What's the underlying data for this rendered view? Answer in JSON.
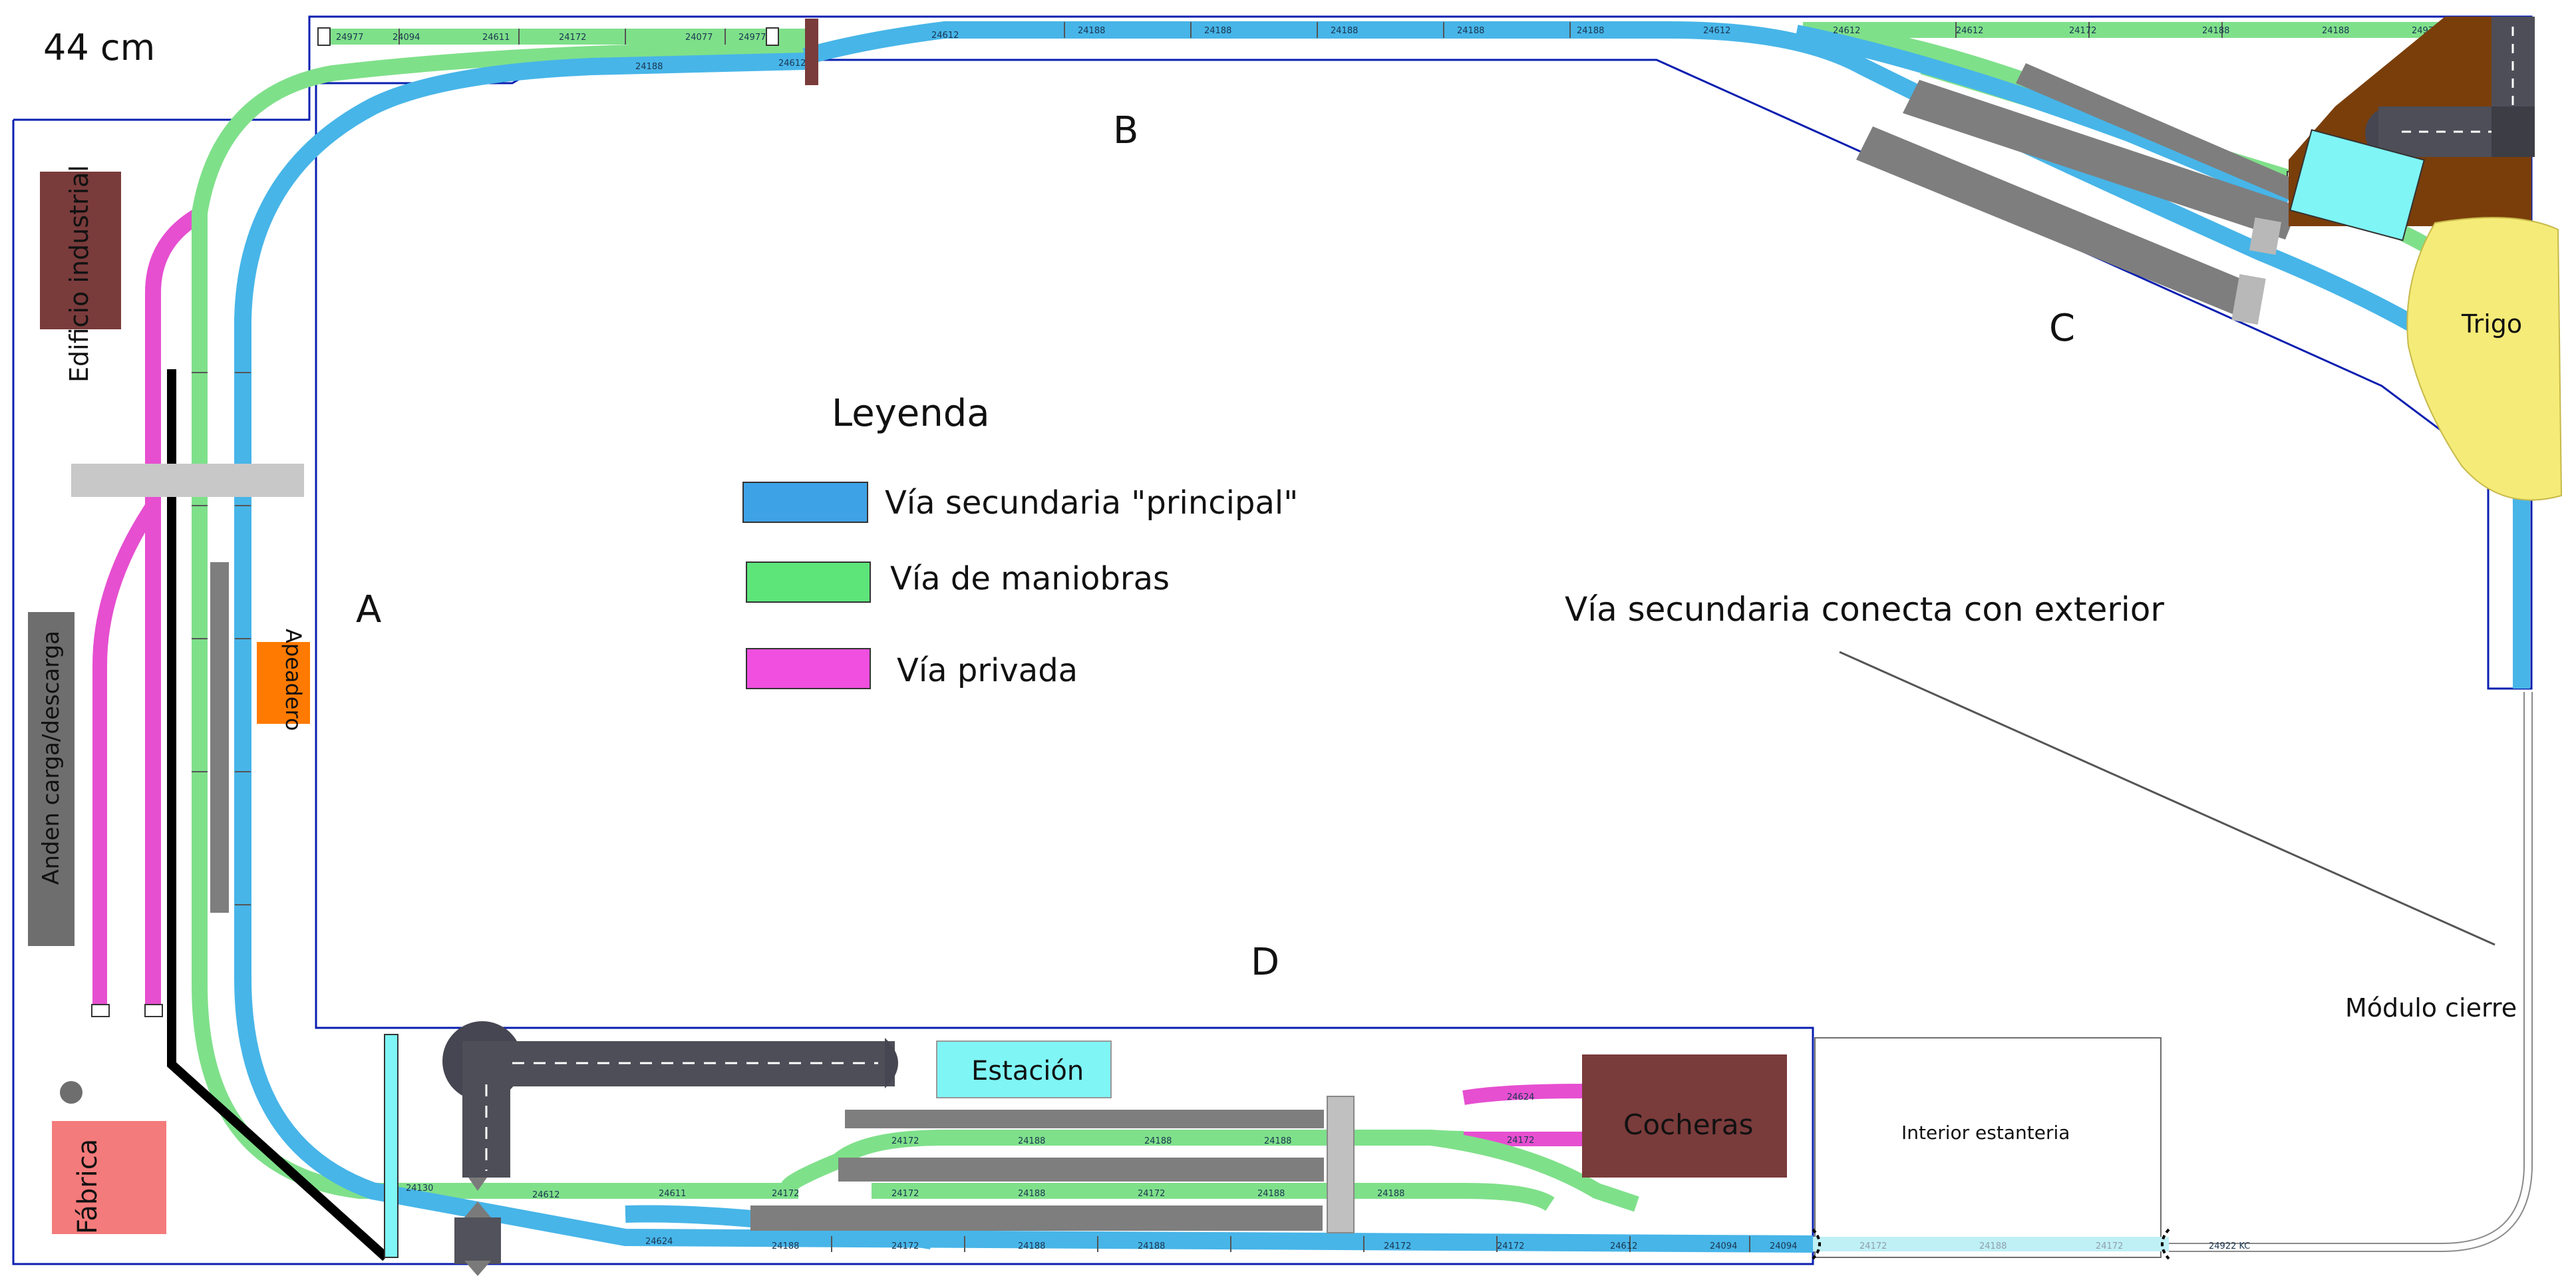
{
  "scale_label": "44 cm",
  "section_labels": {
    "a": "A",
    "b": "B",
    "c": "C",
    "d": "D"
  },
  "legend": {
    "title": "Leyenda",
    "items": [
      {
        "label": "Vía secundaria \"principal\"",
        "color": "#3ea2e6"
      },
      {
        "label": "Vía de maniobras",
        "color": "#5de57a"
      },
      {
        "label": "Vía privada",
        "color": "#f04fe0"
      }
    ]
  },
  "buildings": {
    "industrial": {
      "label": "Edificio industrial",
      "color": "#7a3b3b"
    },
    "anden": {
      "label": "Anden carga/descarga",
      "color": "#6e6e6e"
    },
    "apeadero": {
      "label": "Apeadero",
      "color": "#ff7a00"
    },
    "fabrica": {
      "label": "Fábrica",
      "color": "#f47b7b"
    },
    "estacion": {
      "label": "Estación",
      "color": "#7ff5f5"
    },
    "cocheras": {
      "label": "Cocheras",
      "color": "#7a3b3b"
    },
    "trigo": {
      "label": "Trigo",
      "color": "#f5eb78"
    },
    "interior": {
      "label": "Interior estanteria"
    }
  },
  "notes": {
    "exterior": "Vía secundaria conecta con exterior",
    "modulo": "Módulo cierre"
  },
  "track_codes": {
    "t24188": "24188",
    "t24172": "24172",
    "t24094": "24094",
    "t24977": "24977",
    "t24077": "24077",
    "t24612": "24612",
    "t24611": "24611",
    "t24624": "24624",
    "t24130": "24130",
    "kc": "24922 KC"
  }
}
